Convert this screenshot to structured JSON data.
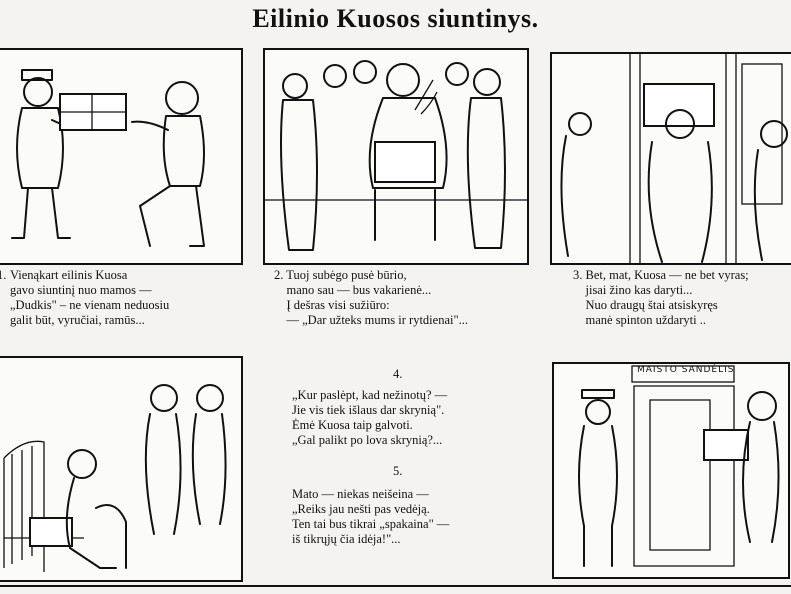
{
  "title": "Eilinio Kuosos siuntinys.",
  "captions": {
    "c1": "Vienąkart eilinis Kuosa\ngavo siuntinį nuo mamos —\n„Dudkis\" – ne vienam neduosiu\ngalit būt, vyručiai, ramūs...",
    "c1_num": "1.",
    "c2": "2. Tuoj subėgo pusė būrio,\n    mano sau — bus vakarienė...\n    Į dešras visi sužiūro:\n    — „Dar užteks mums ir rytdienai\"...",
    "c3": "3. Bet, mat, Kuosa — ne bet vyras;\n    jisai žino kas daryti...\n    Nuo draugų štai atsiskyręs\n    manė spinton uždaryti .."
  },
  "middle": {
    "n4": "4.",
    "t4": "„Kur paslėpt, kad nežinotų? —\nJie vis tiek išlaus dar skrynią\".\nĖmė Kuosa taip galvoti.\n„Gal palikt po lova skrynią?...",
    "n5": "5.",
    "t5": "Mato — niekas neišeina —\n„Reiks jau nešti pas vedėją.\nTen tai bus tikrai „spakaina\" —\niš tikrųjų čia idėja!\"..."
  },
  "panel6_sign": "MAISTO SANDĖLIS"
}
